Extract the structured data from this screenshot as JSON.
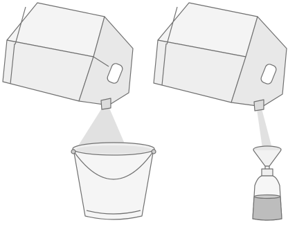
{
  "panels": [
    {
      "container": "jerry-can",
      "receiver": "bucket"
    },
    {
      "container": "jerry-can",
      "receiver": "bottle-with-funnel"
    }
  ],
  "colors": {
    "outline": "#6f6f6f",
    "jug_fill": "#f4f4f4",
    "jug_shade": "#e3e3e3",
    "pour_stream": "#cfcfcf",
    "bucket_fill": "#f5f5f5",
    "liquid": "#bdbdbd"
  }
}
